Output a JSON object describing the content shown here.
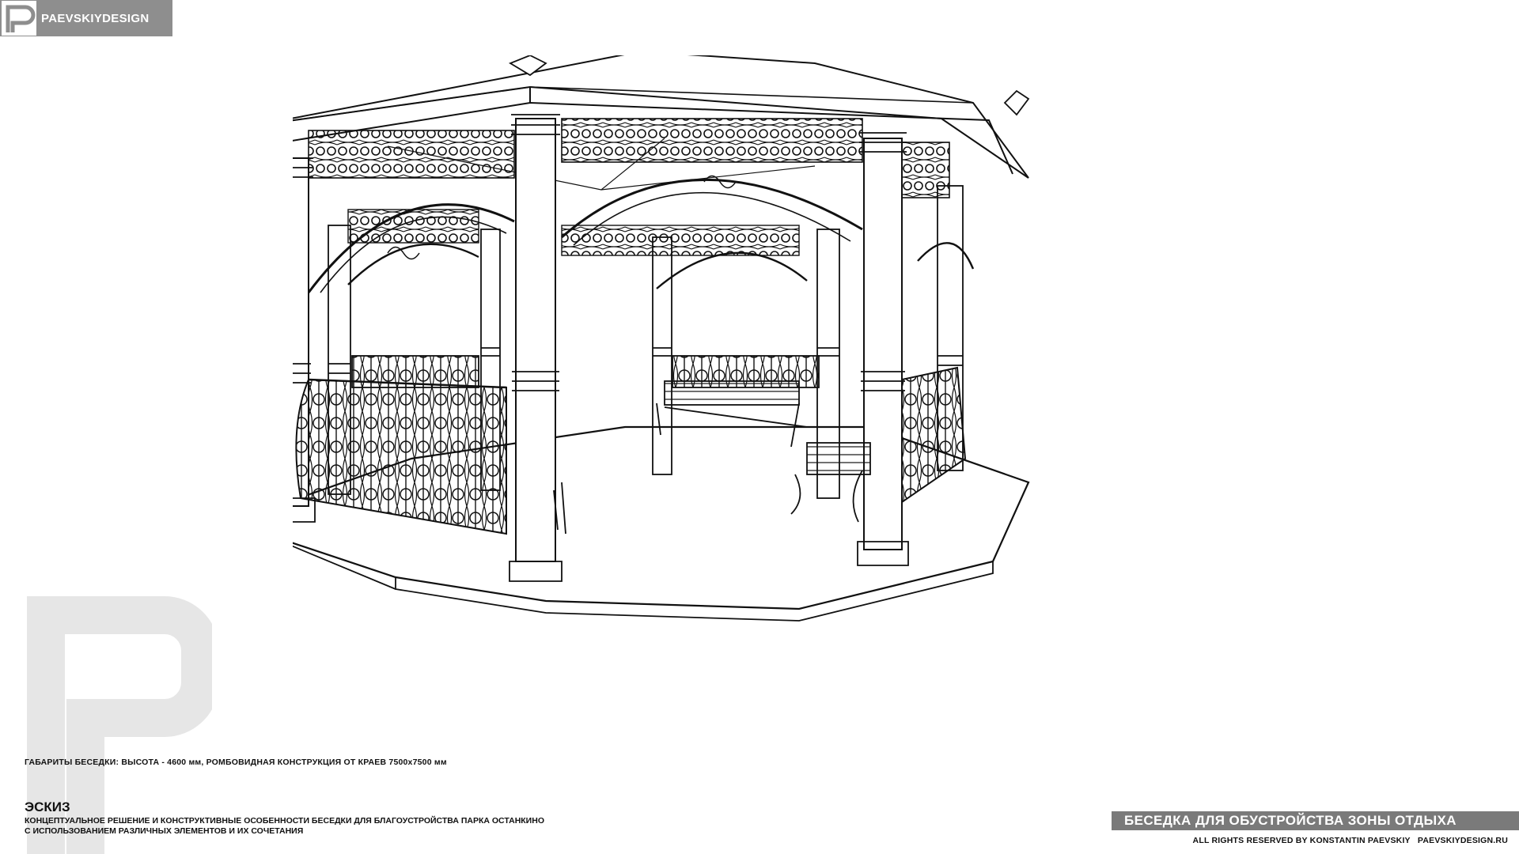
{
  "brand": {
    "name": "PAEVSKIYDESIGN",
    "logo_icon": "p-logo-icon"
  },
  "watermark": {
    "icon": "p-logo-watermark-icon",
    "color": "#e6e6e6"
  },
  "drawing": {
    "subject": "octagonal-gazebo-line-drawing",
    "icon": "gazebo-icon"
  },
  "dimensions_text": "ГАБАРИТЫ БЕСЕДКИ: ВЫСОТА - 4600 мм, РОМБОВИДНАЯ КОНСТРУКЦИЯ ОТ КРАЕВ 7500х7500 мм",
  "sketch": {
    "title": "ЭСКИЗ",
    "line1": "КОНЦЕПТУАЛЬНОЕ РЕШЕНИЕ И КОНСТРУКТИВНЫЕ ОСОБЕННОСТИ БЕСЕДКИ ДЛЯ БЛАГОУСТРОЙСТВА ПАРКА ОСТАНКИНО",
    "line2": "С ИСПОЛЬЗОВАНИЕМ РАЗЛИЧНЫХ ЭЛЕМЕНТОВ И ИХ СОЧЕТАНИЯ"
  },
  "project_title": "БЕСЕДКА ДЛЯ ОБУСТРОЙСТВА ЗОНЫ ОТДЫХА",
  "rights": "ALL RIGHTS RESERVED BY KONSTANTIN PAEVSKIY   PAEVSKIYDESIGN.RU",
  "colors": {
    "bar_gray": "#8e8e8e",
    "title_bar": "#7a7a7a",
    "line": "#111111"
  }
}
